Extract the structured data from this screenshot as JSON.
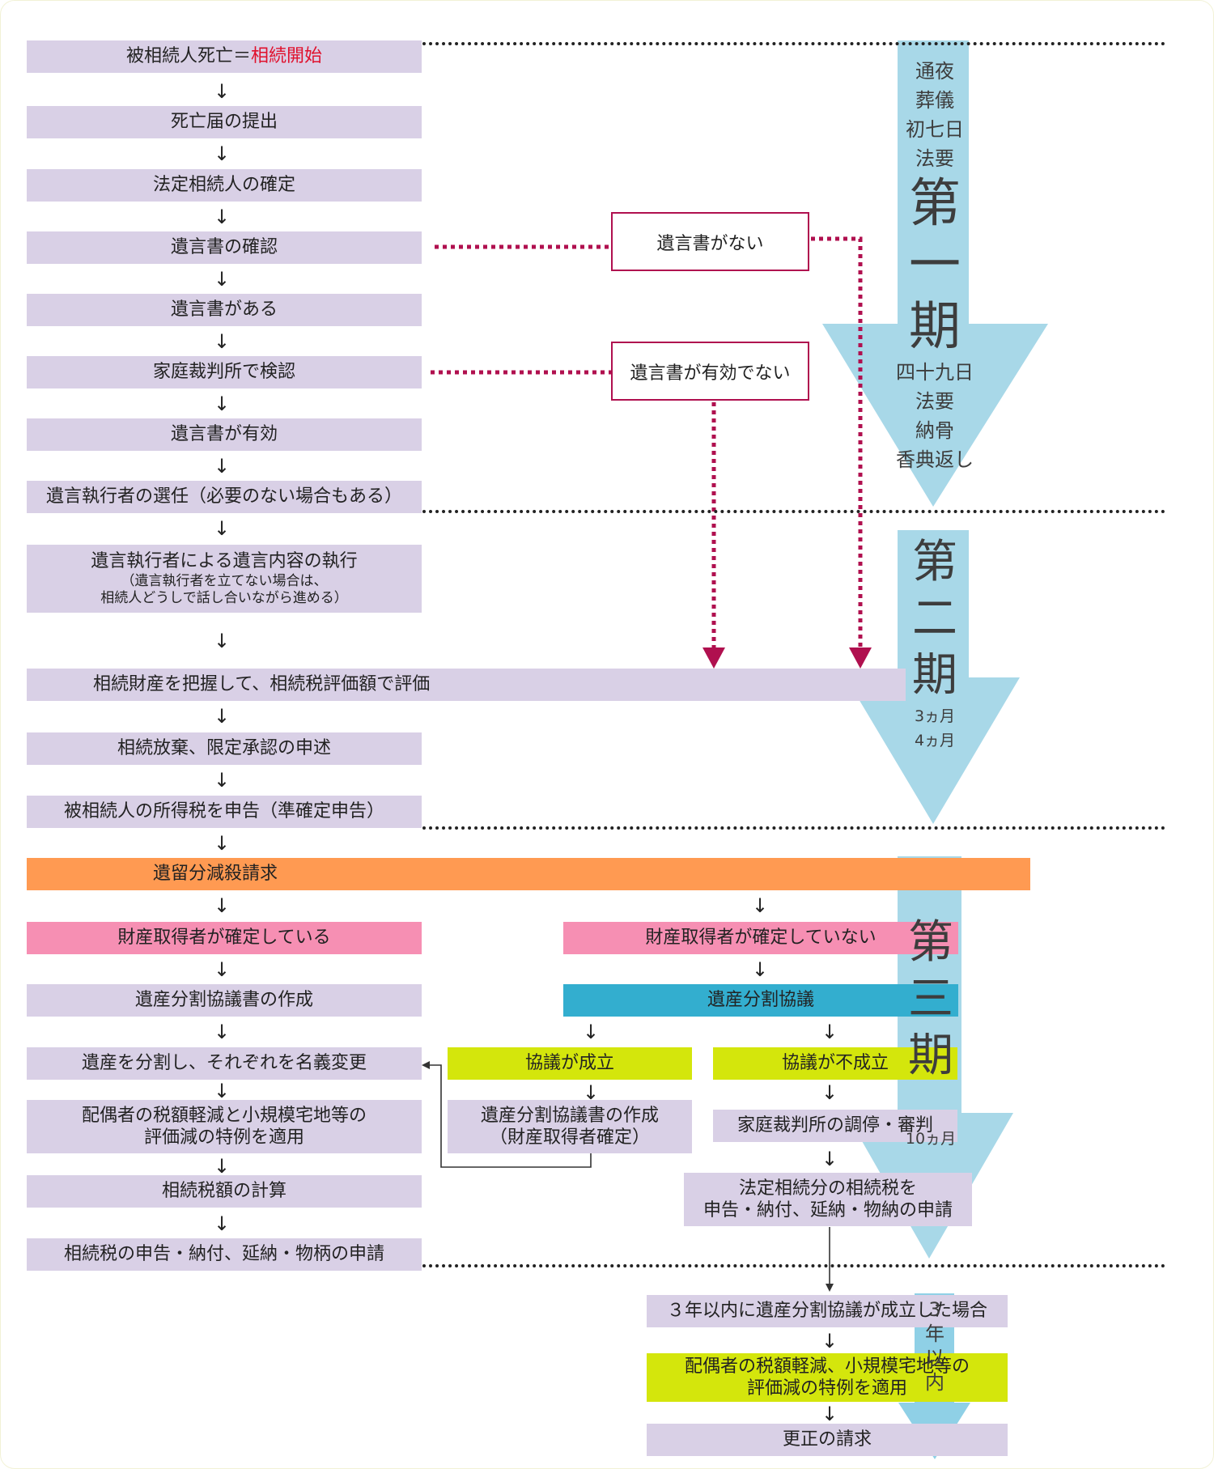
{
  "steps": {
    "s1_prefix": "被相続人死亡＝",
    "s1_highlight": "相続開始",
    "s2": "死亡届の提出",
    "s3": "法定相続人の確定",
    "s4": "遺言書の確認",
    "s5": "遺言書がある",
    "s6": "家庭裁判所で検認",
    "s7": "遺言書が有効",
    "s8": "遺言執行者の選任（必要のない場合もある）",
    "s9_title": "遺言執行者による遺言内容の執行",
    "s9_note1": "（遺言執行者を立てない場合は、",
    "s9_note2": "相続人どうしで話し合いながら進める）",
    "s10": "相続財産を把握して、相続税評価額で評価",
    "s11": "相続放棄、限定承認の申述",
    "s12": "被相続人の所得税を申告（準確定申告）",
    "s13": "遺留分減殺請求",
    "left_a": "財産取得者が確定している",
    "left_b": "遺産分割協議書の作成",
    "left_c": "遺産を分割し、それぞれを名義変更",
    "left_d1": "配偶者の税額軽減と小規模宅地等の",
    "left_d2": "評価減の特例を適用",
    "left_e": "相続税額の計算",
    "left_f": "相続税の申告・納付、延納・物柄の申請",
    "right_a": "財産取得者が確定していない",
    "right_b": "遺産分割協議",
    "agree": "協議が成立",
    "agree_doc1": "遺産分割協議書の作成",
    "agree_doc2": "（財産取得者確定）",
    "disagree": "協議が不成立",
    "court": "家庭裁判所の調停・審判",
    "legal1": "法定相続分の相続税を",
    "legal2": "申告・納付、延納・物納の申請",
    "final_a": "３年以内に遺産分割協議が成立した場合",
    "final_b1": "配偶者の税額軽減、小規模宅地等の",
    "final_b2": "評価減の特例を適用",
    "final_c": "更正の請求"
  },
  "branches": {
    "no_will": "遺言書がない",
    "invalid_will": "遺言書が有効でない"
  },
  "phases": {
    "p1_top": [
      "通夜",
      "葬儀",
      "初七日",
      "法要"
    ],
    "p1_big": [
      "第",
      "一",
      "期"
    ],
    "p1_bottom": [
      "四十九日",
      "法要",
      "納骨",
      "香典返し"
    ],
    "p2_big": [
      "第",
      "二",
      "期"
    ],
    "p2_bottom": [
      "3ヵ月",
      "4ヵ月"
    ],
    "p3_big": [
      "第",
      "三",
      "期"
    ],
    "p3_bottom": [
      "10ヵ月"
    ],
    "p4": [
      "3",
      "年",
      "以",
      "内"
    ]
  },
  "arrow_glyph": "↓",
  "colors": {
    "box": "#d9d0e6",
    "orange": "#ff9a52",
    "pink": "#f68fb3",
    "teal": "#33aecf",
    "lime": "#d4e60c",
    "highlight": "#e0102c",
    "branch": "#b0104f",
    "phase_arrow": "#a8d8e8"
  }
}
